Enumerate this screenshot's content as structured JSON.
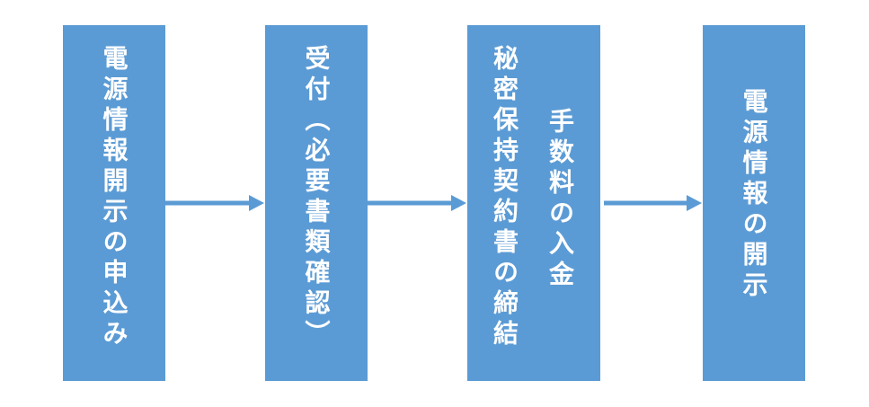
{
  "steps": [
    {
      "id": "step1",
      "lines": [
        "電源情報開示の申込み"
      ]
    },
    {
      "id": "step2",
      "lines": [
        "受付（必要書類確認）"
      ]
    },
    {
      "id": "step3",
      "lines": [
        "秘密保持契約書の締結",
        "手数料の入金"
      ]
    },
    {
      "id": "step4",
      "lines": [
        "電源情報の開示"
      ]
    }
  ],
  "colors": {
    "box": "#5b9bd5",
    "text": "#ffffff",
    "arrow": "#5b9bd5"
  },
  "arrow_icon": "right-arrow-icon"
}
